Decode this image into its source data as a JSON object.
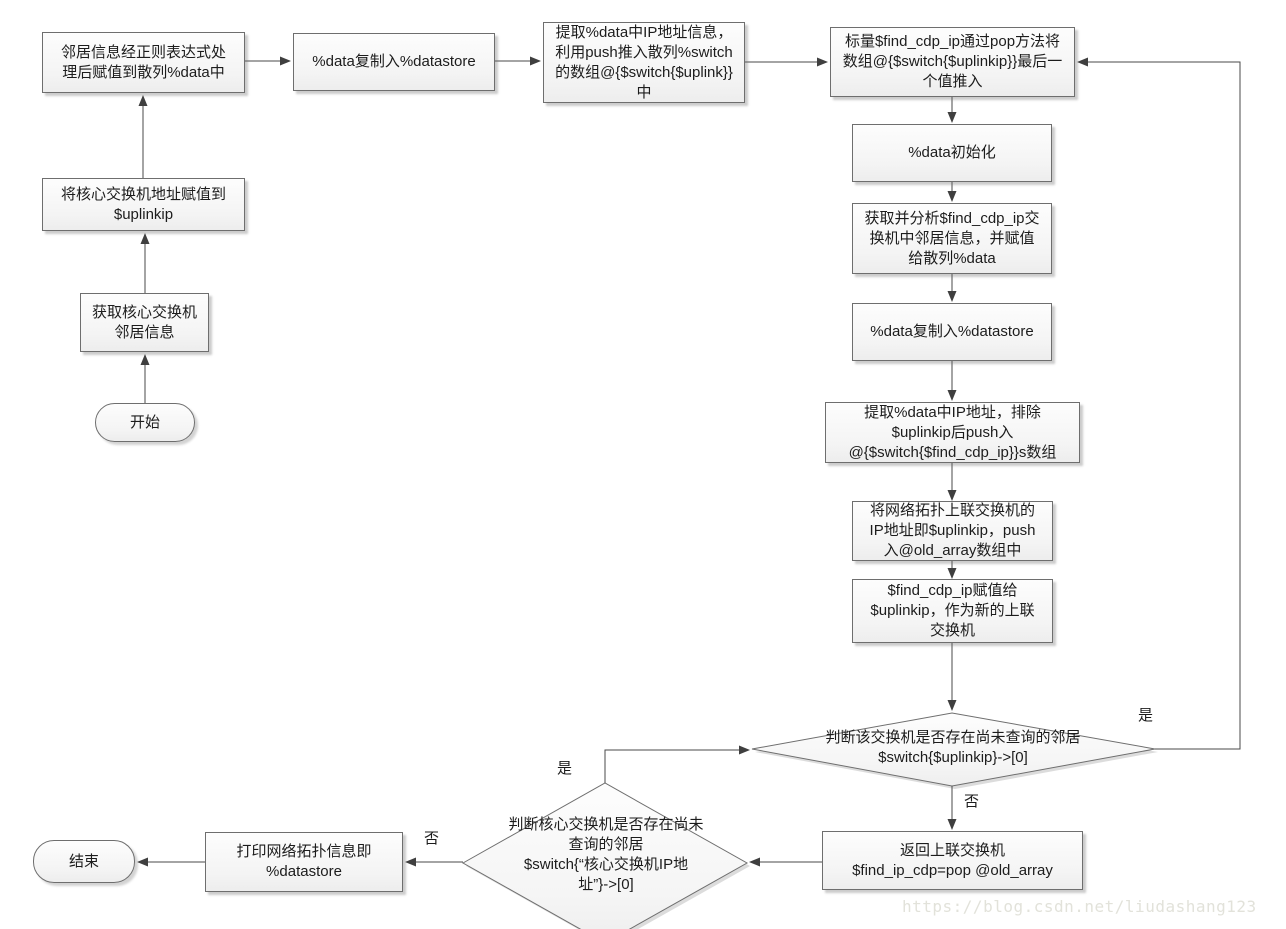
{
  "diagram": {
    "type": "flowchart",
    "watermark": "https://blog.csdn.net/liudashang123",
    "colors": {
      "node_border": "#6e6e6e",
      "node_fill_top": "#fdfdfd",
      "node_fill_bottom": "#ededed",
      "connector": "#4a4a4a",
      "text": "#1c1c1c",
      "watermark": "#e2e2da"
    },
    "nodes": {
      "start": {
        "type": "terminator",
        "label": "开始"
      },
      "get_core_neighbors": {
        "type": "process",
        "label": "获取核心交换机\n邻居信息"
      },
      "assign_core_ip": {
        "type": "process",
        "label": "将核心交换机地址赋值到\n$uplinkip"
      },
      "regex_assign_data": {
        "type": "process",
        "label": "邻居信息经正则表达式处\n理后赋值到散列%data中"
      },
      "copy_datastore_1": {
        "type": "process",
        "label": "%data复制入%datastore"
      },
      "extract_push_switch": {
        "type": "process",
        "label": "提取%data中IP地址信息，\n利用push推入散列%switch\n的数组@{$switch{$uplink}}\n中"
      },
      "pop_find_cdp_ip": {
        "type": "process",
        "label": "标量$find_cdp_ip通过pop方法将\n数组@{$switch{$uplinkip}}最后一\n个值推入"
      },
      "data_init": {
        "type": "process",
        "label": "%data初始化"
      },
      "analyze_neighbors": {
        "type": "process",
        "label": "获取并分析$find_cdp_ip交\n换机中邻居信息，并赋值\n给散列%data"
      },
      "copy_datastore_2": {
        "type": "process",
        "label": "%data复制入%datastore"
      },
      "extract_exclude_push": {
        "type": "process",
        "label": "提取%data中IP地址，排除\n$uplinkip后push入\n@{$switch{$find_cdp_ip}}s数组"
      },
      "push_old_array": {
        "type": "process",
        "label": "将网络拓扑上联交换机的\nIP地址即$uplinkip，push\n入@old_array数组中"
      },
      "assign_new_uplink": {
        "type": "process",
        "label": "$find_cdp_ip赋值给\n$uplinkip，作为新的上联\n交换机"
      },
      "check_switch_neighbors": {
        "type": "decision",
        "label": "判断该交换机是否存在尚未查询的邻居\n$switch{$uplinkip}->[0]"
      },
      "return_uplink": {
        "type": "process",
        "label": "返回上联交换机\n$find_ip_cdp=pop @old_array"
      },
      "check_core_neighbors": {
        "type": "decision",
        "label": "判断核心交换机是否存在尚未\n查询的邻居\n$switch{“核心交换机IP地\n址”}->[0]"
      },
      "print_topology": {
        "type": "process",
        "label": "打印网络拓扑信息即\n%datastore"
      },
      "end": {
        "type": "terminator",
        "label": "结束"
      }
    },
    "edge_labels": {
      "yes1": "是",
      "no1": "否",
      "yes2": "是",
      "no2": "否"
    }
  }
}
